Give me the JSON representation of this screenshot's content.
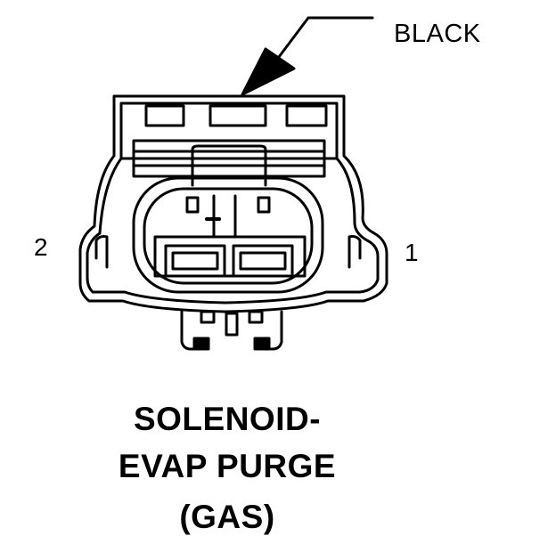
{
  "callout": {
    "label": "BLACK"
  },
  "pins": {
    "pin_left": "2",
    "pin_right": "1"
  },
  "title": {
    "line1": "SOLENOID-",
    "line2": "EVAP PURGE",
    "line3": "(GAS)"
  }
}
